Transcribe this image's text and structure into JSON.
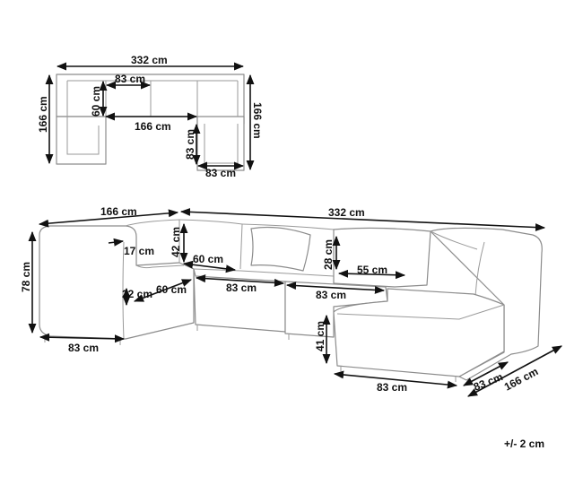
{
  "top_view": {
    "width_total": "332 cm",
    "depth_right": "166 cm",
    "depth_left": "166 cm",
    "seat_width": "83 cm",
    "seat_depth": "60 cm",
    "inner_span": "166 cm",
    "chaise_width": "83 cm",
    "chaise_bottom": "83 cm"
  },
  "front_view": {
    "left_depth": "166 cm",
    "total_width": "332 cm",
    "height": "78 cm",
    "armrest": "17 cm",
    "back_height": "42 cm",
    "seat_depth_a": "60 cm",
    "gap": "22 cm",
    "seat_depth_b": "60 cm",
    "module_1": "83 cm",
    "module_2": "83 cm",
    "cushion_height": "28 cm",
    "cushion_width": "55 cm",
    "seat_height": "41 cm",
    "chaise_front": "83 cm",
    "chaise_side": "83 cm",
    "chaise_total": "166 cm",
    "base_left": "83 cm"
  },
  "tolerance": "+/- 2 cm"
}
